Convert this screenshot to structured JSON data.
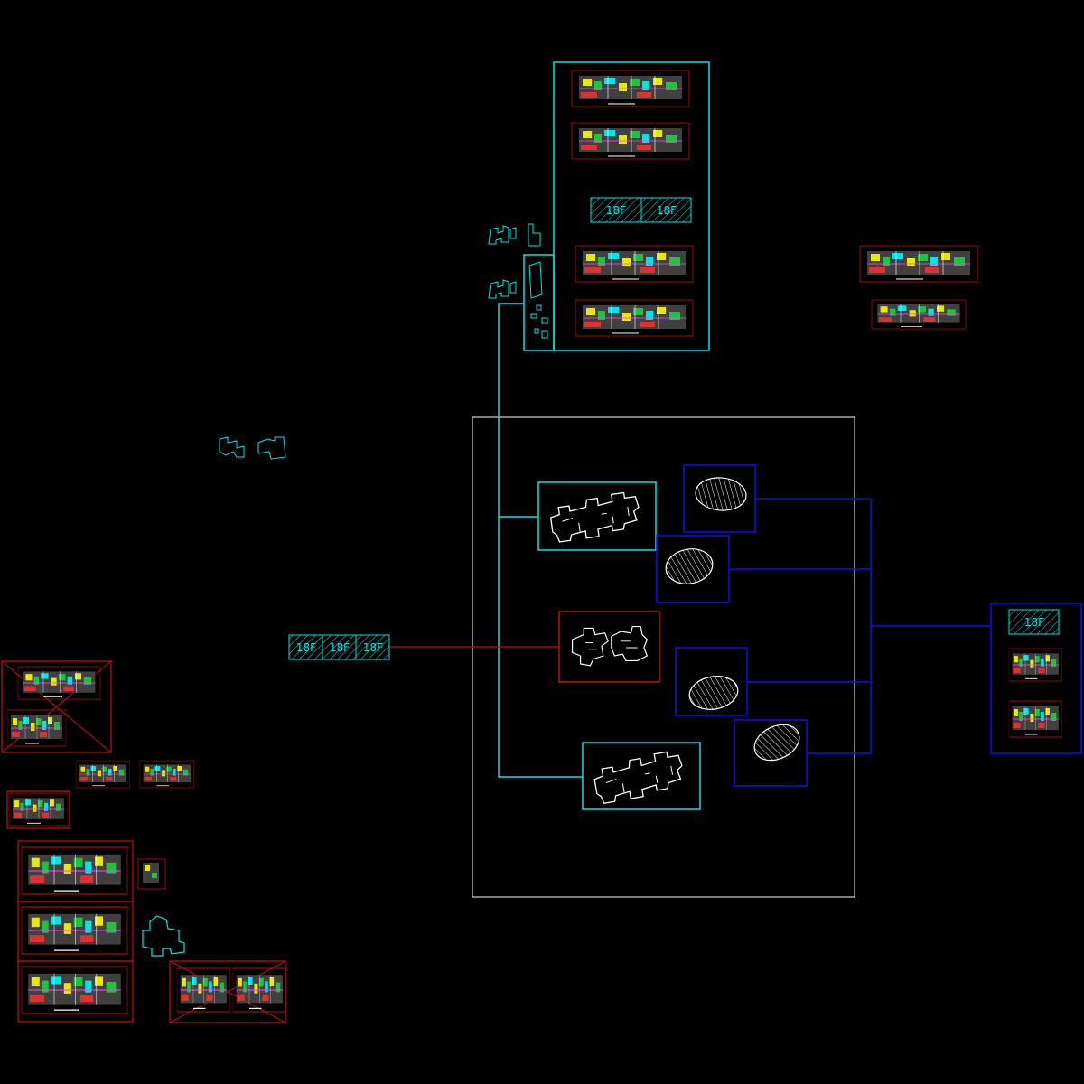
{
  "colors": {
    "background": "#000000",
    "cyan": "#00e5e5",
    "red": "#c01010",
    "blue": "#1010e0",
    "white": "#ffffff",
    "yellow": "#e8e800",
    "green": "#20c040"
  },
  "floor_tags": {
    "top_left": "18F",
    "top_right": "18F",
    "row_1": "18F",
    "row_2": "18F",
    "row_3": "18F",
    "right_panel": "18F"
  }
}
